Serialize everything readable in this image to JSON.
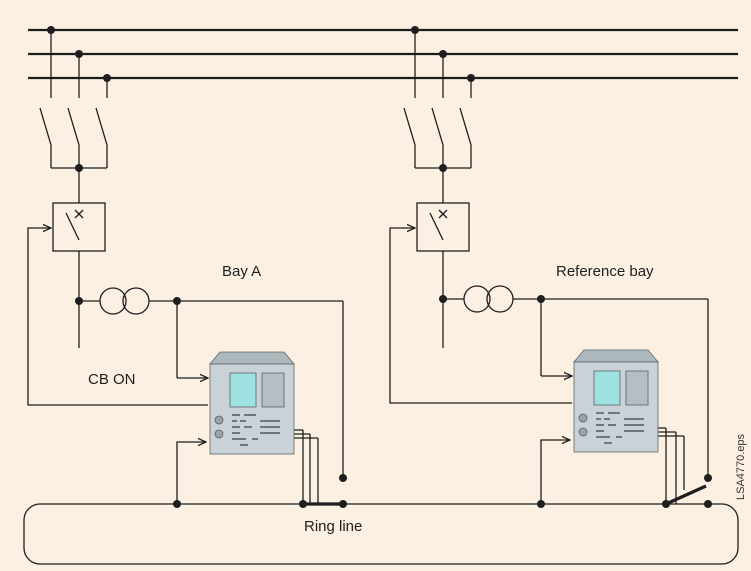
{
  "labels": {
    "bay_a": "Bay A",
    "reference_bay": "Reference bay",
    "cb_on": "CB ON",
    "ring_line": "Ring line",
    "file_ref": "LSA4770.eps"
  },
  "colors": {
    "background": "#FBF0E1",
    "line": "#1E1E1E",
    "device_body": "#C9D2D6",
    "device_top": "#AEB9BE",
    "device_screen": "#9FE0E0"
  }
}
